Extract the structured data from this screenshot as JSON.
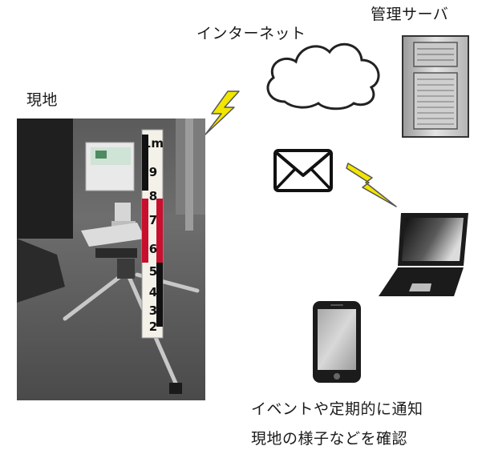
{
  "labels": {
    "site": "現地",
    "internet": "インターネット",
    "server": "管理サーバ",
    "caption_line1": "イベントや定期的に通知",
    "caption_line2": "現地の様子などを確認"
  },
  "icons": {
    "cloud": "cloud-icon",
    "server": "server-tower-icon",
    "envelope": "envelope-icon",
    "laptop": "laptop-icon",
    "smartphone": "smartphone-icon",
    "signal": "lightning-bolt-icon"
  },
  "colors": {
    "lightning": "#f2e600",
    "lightning_outline": "#555555",
    "device_dark": "#1b1b1b",
    "server_body": "#d6d6d6"
  },
  "photo": {
    "staff_digits": [
      "1m",
      "9",
      "8",
      "7",
      "6",
      "5",
      "4",
      "3",
      "2"
    ]
  }
}
